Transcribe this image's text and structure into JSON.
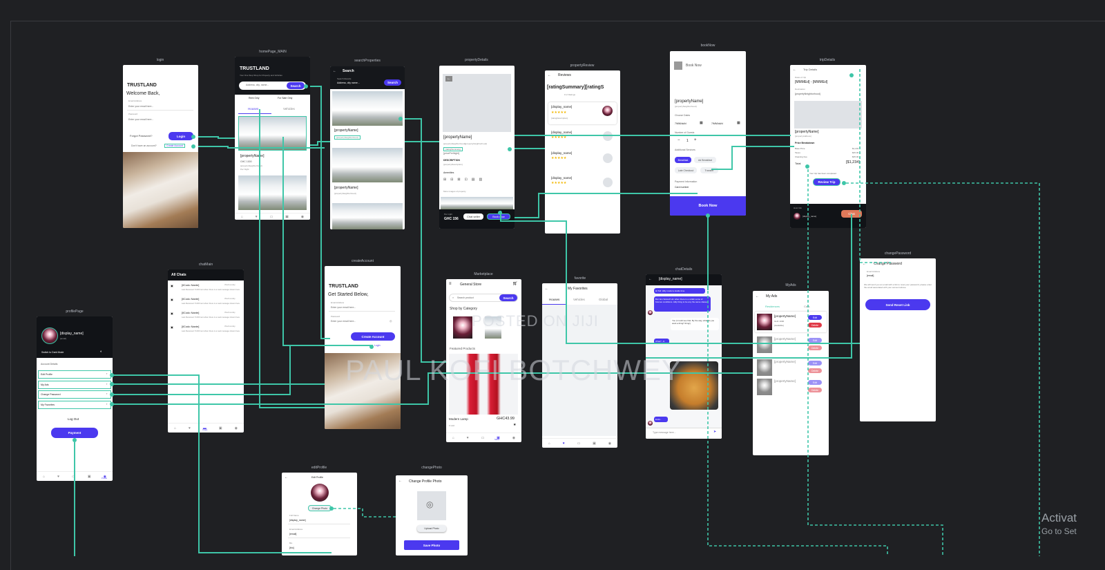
{
  "screens": {
    "login": {
      "label": "login",
      "brand": "TRUSTLAND",
      "welcome": "Welcome Back,",
      "email_label": "Email Address",
      "email_placeholder": "Enter your email here...",
      "password_label": "Password",
      "password_placeholder": "Enter your email here...",
      "forgot": "Forgot Password?",
      "login_btn": "Login",
      "no_account": "Don't have an account?",
      "create_account": "Create Account"
    },
    "home": {
      "label": "homePage_MAIN",
      "brand": "TRUSTLAND",
      "tagline": "Your One Stop Shop for Property and Vehicles",
      "search_placeholder": "Address, city, name...",
      "search_btn": "Search",
      "rent_only": "Rent Only",
      "for_sale_only": "For Sale Only",
      "tab_houses": "Houses",
      "tab_vehicles": "Vehicles",
      "card_name": "[propertyName]",
      "card_price": "GHC 1000",
      "card_neighborhood": "[propertyNeighborhood]",
      "card_sub": "Per Night"
    },
    "search": {
      "label": "searchProperties",
      "title": "Search",
      "subtitle": "Search Results",
      "placeholder": "Address, city name...",
      "search_btn": "Search",
      "card1_name": "[propertyName]",
      "card1_sub": "[propertyNeighborhood]",
      "card2_name": "[propertyName]",
      "card2_sub": "[propertyNeighborhood]"
    },
    "details": {
      "label": "propertyDetails",
      "name": "[propertyName]",
      "neighborhood": "[propertyNeighborhood][propertyNeighborhood]",
      "rating": "[ratingSummary]",
      "price_line": "[pricePerNight]",
      "description_title": "DESCRIPTION",
      "description": "[propertyDescription]",
      "amenities": "Amenities",
      "more_images": "More images of property",
      "price_label": "Per night",
      "price": "GHC 156",
      "chat_btn": "Chat seller",
      "book_btn": "Book now"
    },
    "review": {
      "label": "propertyReview",
      "title": "Reviews",
      "summary": "[ratingSummary][ratingS",
      "summary_sub": "# of Ratings",
      "reviewer": "[display_name]",
      "review_text": "[ratingDescription]",
      "stars": "★★★★★"
    },
    "booknow": {
      "label": "bookNow",
      "title": "Book Now",
      "name": "[propertyName]",
      "neighborhood": "[propertyNeighborhood]",
      "choose_dates": "Choose Dates",
      "from_date": "7/MM/dd/d",
      "to_date": "7/MM/dd/d",
      "guests_label": "Number of Guests",
      "guests_value": "1",
      "services_label": "Additional Services",
      "opt1": "Breakfast",
      "opt2": "Ad Breakfast",
      "opt3": "Late Checkout",
      "opt4": "Transfer",
      "payment_label": "Payment Information",
      "payment_sub": "Card number",
      "book_btn": "Book Now"
    },
    "trip": {
      "label": "tripDetails",
      "title": "Trip Details",
      "dates_label": "Dates of trip",
      "dates": "[MMMEd] - [MMMEd]",
      "neighborhood_label": "Destination",
      "neighborhood": "[propertyNeighborhood]",
      "name": "[propertyName]",
      "address": "[propertyAddress]",
      "breakdown": "Price Breakdown",
      "row1": "Base Price",
      "row1_val": "$1,234",
      "row2": "Taxes",
      "row2_val": "$45.00",
      "row3": "Cleaning Fee",
      "row3_val": "$45.00",
      "total_label": "Total",
      "total_val": "[$1,234]",
      "completed": "Your trip has been completed",
      "review_btn": "Review Trip",
      "host_label": "Host Info",
      "host_name": "[display_name]",
      "chat_btn": "Chat"
    },
    "change_password": {
      "label": "changePassword",
      "title": "Change Password",
      "email_label": "Email Address",
      "email_value": "[email]",
      "note": "We will send you an email with a link to reset your password, please enter the email associated with your account above.",
      "send_btn": "Send Reset Link"
    },
    "chat_main": {
      "label": "chatMain",
      "title": "All Chats",
      "item_name": "[ilCodo Nante]",
      "item_msg": "Last Received: 5.000 text when there is a real message shown here",
      "item_time": "Wednesday",
      "nav_chats": "Chats"
    },
    "create_account": {
      "label": "createAccount",
      "brand": "TRUSTLAND",
      "title": "Get Started Below,",
      "email_label": "Email Address",
      "email_placeholder": "Enter your email here...",
      "password_label": "Password",
      "password_placeholder": "Enter your email here...",
      "create_btn": "Create Account",
      "login_link": "Login"
    },
    "marketplace": {
      "label": "Marketplace",
      "title": "General Store",
      "search_placeholder": "Search product",
      "search_btn": "Search",
      "category": "Shop by Category",
      "featured": "Featured Products",
      "product_name": "Modern Lamp",
      "product_price": "GHC43.99",
      "product_sub": "# sold",
      "nav_store": "Store"
    },
    "favorite": {
      "label": "favorite",
      "title": "My Favorites",
      "tab1": "Houses",
      "tab2": "Vehicles",
      "tab3": "Global"
    },
    "chat_details": {
      "label": "chatDetails",
      "title": "[display_name]",
      "msg1": "Hi Tell: Hilly model a studio time",
      "msg2": "But: Em Solved! Hm when there is a collab some of brames conditions. Hilly thing to be any the same classes.",
      "msg3": "You (I could see that. By the way, what do you want a thing? thing!)",
      "msg4": "What? ..D",
      "msg5": "Ends..",
      "placeholder": "Type message here..."
    },
    "myads": {
      "label": "MyAds",
      "title": "My Ads",
      "tab1": "Residences",
      "tab2": "Cars",
      "item_name": "[propertyName]",
      "item_price": "GHC 1000",
      "item_status": "[Available]",
      "edit": "Edit",
      "delete": "Delete"
    },
    "profile": {
      "label": "profilePage",
      "name": "[display_name]",
      "email": "[email]",
      "dark_mode": "Switch to Dark Mode",
      "account_details": "Account Details",
      "edit_profile": "Edit Profile",
      "my_ads": "My Ads",
      "change_password": "Change Password",
      "my_favorites": "My Favorites",
      "logout": "Log Out",
      "payment_btn": "Payment",
      "nav_profile": "Profile"
    },
    "edit_profile": {
      "label": "editProfile",
      "title": "Edit Profile",
      "change_photo": "Change Photo",
      "name_label": "Full Name",
      "name_value": "[display_name]",
      "email_label": "Email Address",
      "email_value": "[email]",
      "bio_label": "Bio",
      "bio_value": "[bio]"
    },
    "change_photo": {
      "label": "changePhoto",
      "title": "Change Profile Photo",
      "upload_btn": "Upload Photo",
      "save_btn": "Save Photo"
    }
  },
  "watermark": {
    "line1": "POSTED ON JIJI",
    "line2": "PAUL KOFI BOTCHWEY"
  },
  "activate": {
    "line1": "Activat",
    "line2": "Go to Set"
  },
  "colors": {
    "canvas": "#1f2023",
    "connector": "#3ec6a8",
    "primary": "#4b39ef"
  }
}
